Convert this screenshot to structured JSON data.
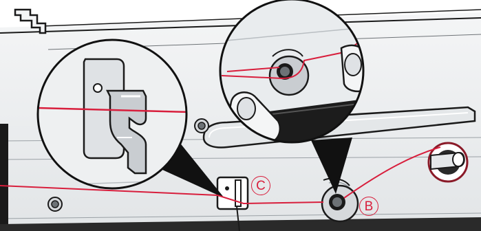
{
  "callouts": {
    "b": "B",
    "c": "C"
  },
  "colors": {
    "thread": "#d81e3c",
    "machine_light": "#eef0f1",
    "machine_mid": "#d6d9dc",
    "outline": "#1a1a1a"
  },
  "illustration": {
    "subject": "sewing-machine-thread-guides",
    "zoom_views": [
      "thread-guide-c-detail",
      "thread-guide-b-detail"
    ]
  }
}
